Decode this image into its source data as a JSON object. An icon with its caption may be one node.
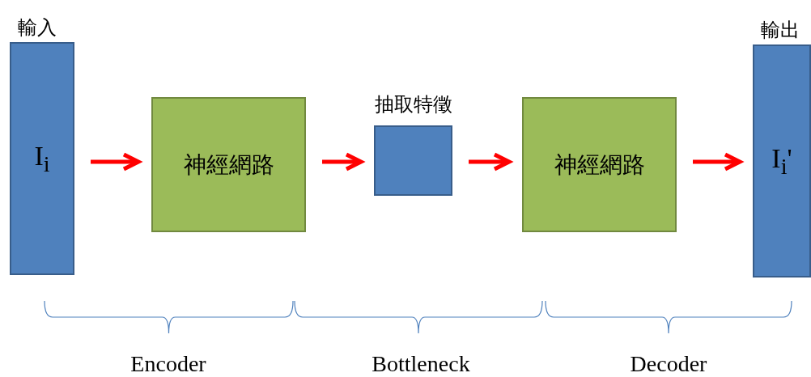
{
  "diagram": {
    "nodes": [
      {
        "text": [
          "輸入",
          "I$_{i}$"
        ]
      },
      {
        "text": [
          "神經網路"
        ]
      },
      {
        "text": [
          "抽取特徵"
        ]
      },
      {
        "text": [
          "神經網路"
        ]
      },
      {
        "text": [
          "輸出",
          "I$_{i}$'"
        ]
      }
    ],
    "edges": [
      {
        "from": 0,
        "to": 1,
        "arrow": "to"
      },
      {
        "from": 1,
        "to": 2,
        "arrow": "to"
      },
      {
        "from": 2,
        "to": 3,
        "arrow": "to"
      },
      {
        "from": 3,
        "to": 4,
        "arrow": "to"
      }
    ],
    "labels": [
      "Encoder",
      "Bottleneck",
      "Decoder"
    ]
  }
}
